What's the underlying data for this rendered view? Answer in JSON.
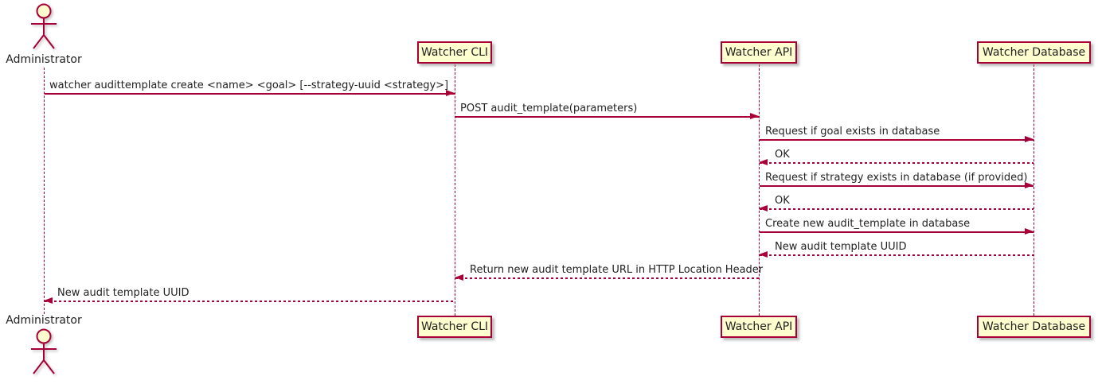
{
  "diagram": {
    "type": "uml-sequence-diagram",
    "colors": {
      "participant_fill": "#FEFECE",
      "participant_border": "#A80036",
      "arrow": "#A80036",
      "lifeline": "#A80036",
      "text": "#222222",
      "background": "#FFFFFF"
    },
    "participants": [
      {
        "id": "administrator",
        "label": "Administrator",
        "kind": "actor"
      },
      {
        "id": "watcher-cli",
        "label": "Watcher CLI",
        "kind": "participant"
      },
      {
        "id": "watcher-api",
        "label": "Watcher API",
        "kind": "participant"
      },
      {
        "id": "watcher-database",
        "label": "Watcher Database",
        "kind": "participant"
      }
    ],
    "messages": [
      {
        "from": "administrator",
        "to": "watcher-cli",
        "style": "solid",
        "text": "watcher audittemplate create <name> <goal> [--strategy-uuid <strategy>]"
      },
      {
        "from": "watcher-cli",
        "to": "watcher-api",
        "style": "solid",
        "text": "POST audit_template(parameters)"
      },
      {
        "from": "watcher-api",
        "to": "watcher-database",
        "style": "solid",
        "text": "Request if goal exists in database"
      },
      {
        "from": "watcher-database",
        "to": "watcher-api",
        "style": "dashed",
        "text": "OK"
      },
      {
        "from": "watcher-api",
        "to": "watcher-database",
        "style": "solid",
        "text": "Request if strategy exists in database (if provided)"
      },
      {
        "from": "watcher-database",
        "to": "watcher-api",
        "style": "dashed",
        "text": "OK"
      },
      {
        "from": "watcher-api",
        "to": "watcher-database",
        "style": "solid",
        "text": "Create new audit_template in database"
      },
      {
        "from": "watcher-database",
        "to": "watcher-api",
        "style": "dashed",
        "text": "New audit template UUID"
      },
      {
        "from": "watcher-api",
        "to": "watcher-cli",
        "style": "dashed",
        "text": "Return new audit template URL in HTTP Location Header"
      },
      {
        "from": "watcher-cli",
        "to": "administrator",
        "style": "dashed",
        "text": "New audit template UUID"
      }
    ]
  }
}
